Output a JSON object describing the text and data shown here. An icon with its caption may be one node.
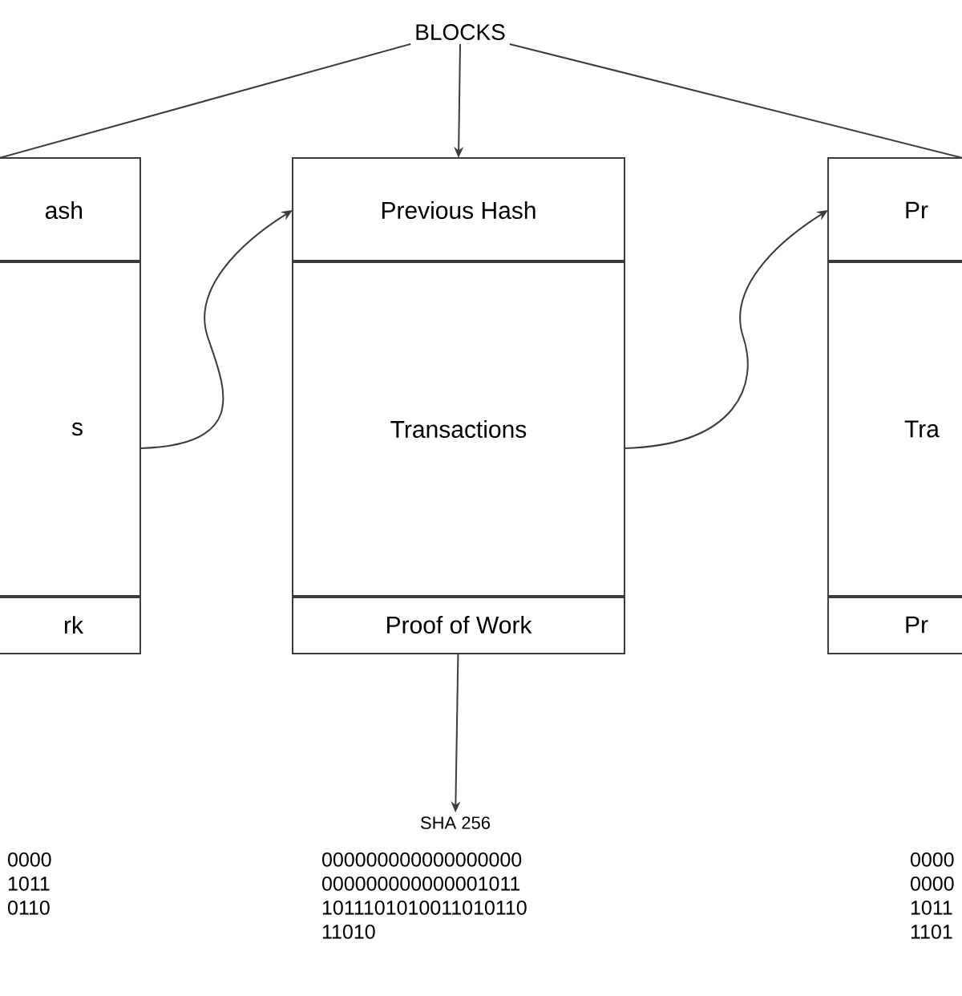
{
  "diagram": {
    "nodes": [
      {
        "text": [
          "BLOCKS"
        ]
      },
      {
        "text": [
          "ash"
        ]
      },
      {
        "text": [
          "s"
        ]
      },
      {
        "text": [
          "rk"
        ]
      },
      {
        "text": [
          "Previous  Hash"
        ]
      },
      {
        "text": [
          "Transactions"
        ]
      },
      {
        "text": [
          "Proof of Work"
        ]
      },
      {
        "text": [
          "Pr"
        ]
      },
      {
        "text": [
          "Tra"
        ]
      },
      {
        "text": [
          "Pr"
        ]
      },
      {
        "text": [
          "SHA 256"
        ]
      }
    ],
    "edges": [
      {
        "from": 0,
        "to": 1,
        "arrow": "none"
      },
      {
        "from": 0,
        "to": 4,
        "arrow": "to"
      },
      {
        "from": 0,
        "to": 7,
        "arrow": "none"
      },
      {
        "from": 2,
        "to": 4,
        "arrow": "to"
      },
      {
        "from": 5,
        "to": 7,
        "arrow": "to"
      },
      {
        "from": 6,
        "to": 10,
        "arrow": "to"
      }
    ],
    "labels": [
      "0000 1011 0110",
      "000000000000000000 000000000000001011 1011101010011010110 11010",
      "0000 0000 1011 1101"
    ]
  }
}
